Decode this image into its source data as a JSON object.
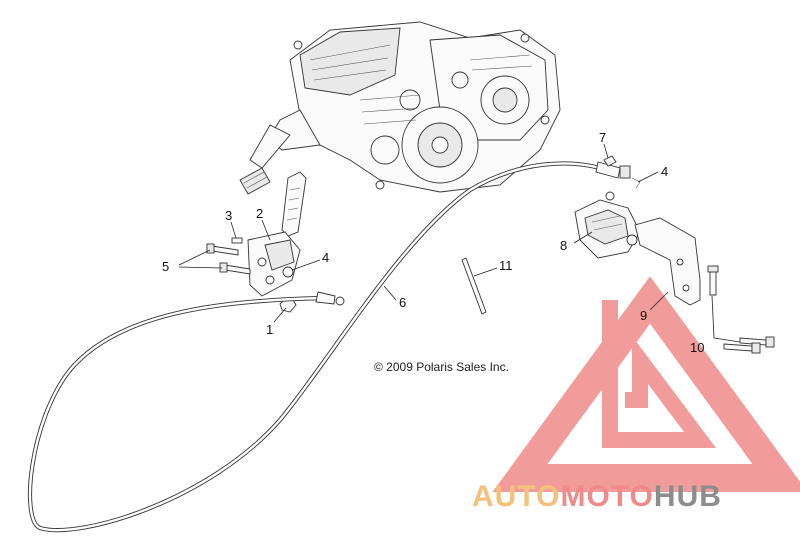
{
  "copyright": "© 2009 Polaris Sales Inc.",
  "watermark": {
    "text_auto": "AUTO",
    "text_moto": "MOTO",
    "text_hub": "HUB",
    "color_primary": "#f08a8a",
    "color_accent": "#f5c07a",
    "color_hub": "#8c8c8c"
  },
  "callouts": [
    {
      "id": "1",
      "label": "1"
    },
    {
      "id": "2",
      "label": "2"
    },
    {
      "id": "3",
      "label": "3"
    },
    {
      "id": "4a",
      "label": "4"
    },
    {
      "id": "4b",
      "label": "4"
    },
    {
      "id": "5",
      "label": "5"
    },
    {
      "id": "6",
      "label": "6"
    },
    {
      "id": "7",
      "label": "7"
    },
    {
      "id": "8",
      "label": "8"
    },
    {
      "id": "9",
      "label": "9"
    },
    {
      "id": "10",
      "label": "10"
    },
    {
      "id": "11",
      "label": "11"
    }
  ]
}
